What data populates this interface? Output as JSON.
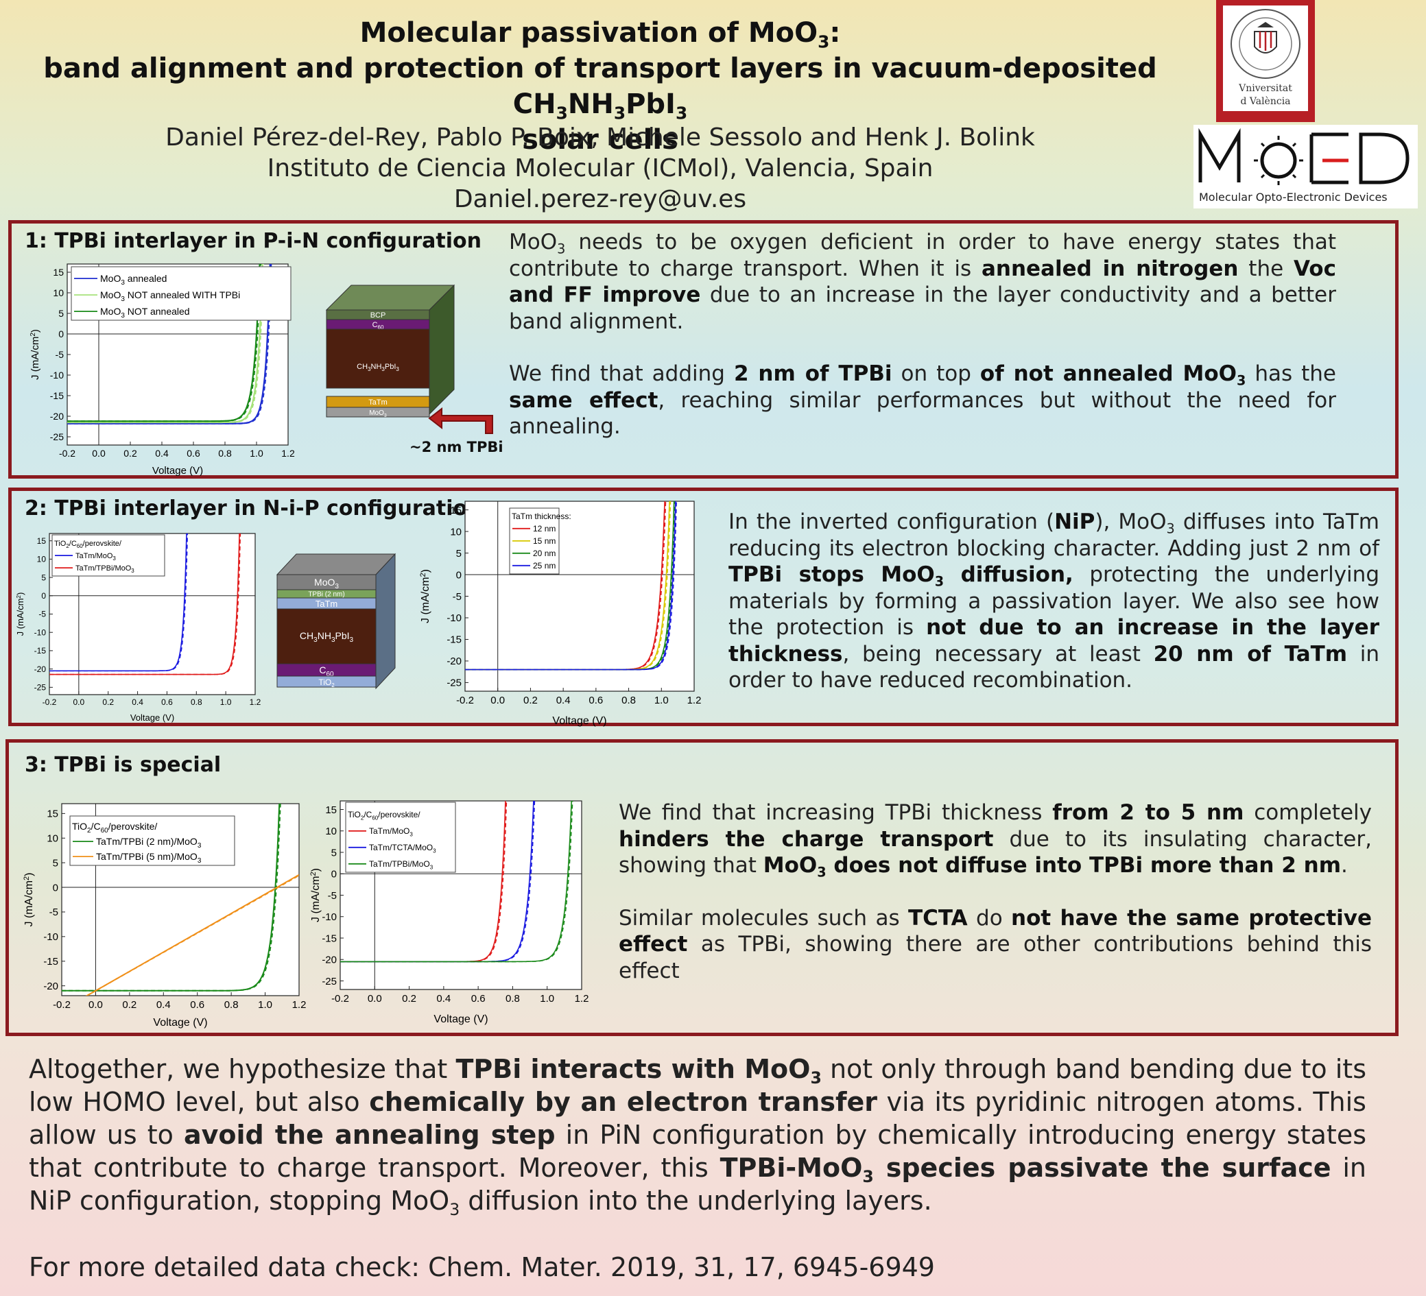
{
  "title": {
    "line1_a": "Molecular passivation of MoO",
    "line1_sub": "3",
    "line1_b": ":",
    "line2_a": "band alignment and protection of transport layers in vacuum-deposited CH",
    "line2_s1": "3",
    "line2_b": "NH",
    "line2_s2": "3",
    "line2_c": "PbI",
    "line2_s3": "3",
    "line3": "solar cells"
  },
  "authors": {
    "names": "Daniel Pérez-del-Rey, Pablo P. Boix, Michele Sessolo and Henk J. Bolink",
    "institution": "Instituto de Ciencia Molecular (ICMol), Valencia, Spain",
    "email": "Daniel.perez-rey@uv.es"
  },
  "logos": {
    "uv_line1": "Vniversitat",
    "uv_line2": "d València",
    "moed_subtitle": "Molecular Opto-Electronic Devices",
    "uv_color": "#b71f25"
  },
  "section1": {
    "heading": "1: TPBi interlayer in P-i-N configuration",
    "p1": [
      "MoO",
      "3",
      " needs to be oxygen deficient in order to have energy states that contribute to charge transport. When it is ",
      "annealed in nitrogen",
      " the ",
      "Voc and FF improve",
      " due to an increase in the layer conductivity and a better band alignment."
    ],
    "p2": [
      "We find that adding ",
      "2 nm of TPBi",
      " on top ",
      "of not annealed MoO",
      "3",
      " has the ",
      "same effect",
      ", reaching similar performances but without the need for annealing."
    ],
    "stack": {
      "layers": [
        "BCP",
        "C60",
        "CH3NH3PbI3",
        "TaTm",
        "MoO3"
      ],
      "arrow_label": "~2 nm TPBi"
    }
  },
  "section2": {
    "heading": "2: TPBi interlayer in N-i-P configuration",
    "p": [
      "In the inverted configuration (",
      "NiP",
      "), MoO",
      "3",
      " diffuses into TaTm reducing its electron blocking character. Adding just 2 nm of ",
      "TPBi stops MoO",
      "3",
      " diffusion,",
      " protecting the underlying materials by forming a passivation layer. We also see how the protection is ",
      "not due to an increase in the layer thickness",
      ", being necessary at least ",
      "20 nm of TaTm",
      " in order to have reduced recombination."
    ],
    "stack": {
      "layers": [
        "MoO3",
        "TPBi (2 nm)",
        "TaTm",
        "CH3NH3PbI3",
        "C60",
        "TiO2"
      ]
    }
  },
  "section3": {
    "heading": "3: TPBi is special",
    "p1": [
      "We find that increasing TPBi thickness ",
      "from 2 to 5 nm",
      " completely ",
      "hinders the charge transport",
      " due to its insulating character, showing that ",
      "MoO",
      "3",
      " does not diffuse into TPBi more than 2 nm",
      "."
    ],
    "p2": [
      "Similar molecules such as ",
      "TCTA",
      " do ",
      "not have the same protective effect",
      " as TPBi, showing there are other contributions behind this effect"
    ]
  },
  "conclusion": [
    "Altogether, we hypothesize that ",
    "TPBi interacts with MoO",
    "3",
    " not only through band bending due to its low HOMO level, but also ",
    "chemically by an electron transfer",
    " via its pyridinic nitrogen atoms. This allow us to ",
    "avoid the annealing step",
    " in PiN configuration by chemically introducing energy states that contribute to charge transport. Moreover, this ",
    "TPBi-MoO",
    "3",
    " species passivate the surface",
    " in NiP configuration, stopping MoO",
    "3",
    " diffusion into the underlying layers."
  ],
  "reference": "For more detailed data check: Chem. Mater. 2019, 31, 17, 6945-6949",
  "chart_data": [
    {
      "id": "c1",
      "type": "line",
      "xlabel": "Voltage (V)",
      "ylabel": "J (mA/cm2)",
      "xlim": [
        -0.2,
        1.2
      ],
      "ylim": [
        -27,
        17
      ],
      "xticks": [
        -0.2,
        0.0,
        0.2,
        0.4,
        0.6,
        0.8,
        1.0,
        1.2
      ],
      "yticks": [
        -25,
        -20,
        -15,
        -10,
        -5,
        0,
        5,
        10,
        15
      ],
      "series": [
        {
          "name": "MoO3 annealed",
          "color": "#1f2fd0",
          "jsc": -21.8,
          "voc": 1.07,
          "n": 0.028,
          "width": 2.2
        },
        {
          "name": "MoO3 NOT annealed WITH TPBi",
          "color": "#a6e27a",
          "jsc": -21.5,
          "voc": 1.02,
          "n": 0.03,
          "width": 2.2
        },
        {
          "name": "MoO3 NOT annealed",
          "color": "#1a8a1a",
          "jsc": -21.2,
          "voc": 1.0,
          "n": 0.034,
          "width": 2.2
        }
      ]
    },
    {
      "id": "c2",
      "type": "line",
      "xlabel": "Voltage (V)",
      "ylabel": "J (mA/cm2)",
      "xlim": [
        -0.2,
        1.2
      ],
      "ylim": [
        -27,
        17
      ],
      "xticks": [
        -0.2,
        0.0,
        0.2,
        0.4,
        0.6,
        0.8,
        1.0,
        1.2
      ],
      "yticks": [
        -25,
        -20,
        -15,
        -10,
        -5,
        0,
        5,
        10,
        15
      ],
      "legend_title": "TiO2/C60/perovskite/",
      "series": [
        {
          "name": "TaTm/MoO3",
          "color": "#1a1ae0",
          "jsc": -20.5,
          "voc": 0.72,
          "n": 0.022,
          "width": 1.6
        },
        {
          "name": "TaTm/TPBi/MoO3",
          "color": "#e01a1a",
          "jsc": -21.5,
          "voc": 1.08,
          "n": 0.022,
          "width": 1.6
        }
      ]
    },
    {
      "id": "c3",
      "type": "line",
      "xlabel": "Voltage (V)",
      "ylabel": "J (mA/cm2)",
      "xlim": [
        -0.2,
        1.2
      ],
      "ylim": [
        -27,
        17
      ],
      "xticks": [
        -0.2,
        0.0,
        0.2,
        0.4,
        0.6,
        0.8,
        1.0,
        1.2
      ],
      "yticks": [
        -25,
        -20,
        -15,
        -10,
        -5,
        0,
        5,
        10,
        15
      ],
      "legend_title": "TaTm thickness:",
      "series": [
        {
          "name": "12 nm",
          "color": "#e01a1a",
          "jsc": -22.0,
          "voc": 1.0,
          "n": 0.035,
          "width": 1.6
        },
        {
          "name": "15 nm",
          "color": "#d8c800",
          "jsc": -22.0,
          "voc": 1.03,
          "n": 0.034,
          "width": 1.6
        },
        {
          "name": "20 nm",
          "color": "#1a8a1a",
          "jsc": -22.0,
          "voc": 1.06,
          "n": 0.03,
          "width": 1.6
        },
        {
          "name": "25 nm",
          "color": "#1a1ae0",
          "jsc": -22.0,
          "voc": 1.07,
          "n": 0.028,
          "width": 1.6
        }
      ]
    },
    {
      "id": "c4",
      "type": "line",
      "xlabel": "Voltage (V)",
      "ylabel": "J (mA/cm2)",
      "xlim": [
        -0.2,
        1.2
      ],
      "ylim": [
        -22,
        17
      ],
      "xticks": [
        -0.2,
        0.0,
        0.2,
        0.4,
        0.6,
        0.8,
        1.0,
        1.2
      ],
      "yticks": [
        -20,
        -15,
        -10,
        -5,
        0,
        5,
        10,
        15
      ],
      "legend_title": "TiO2/C60/perovskite/",
      "series": [
        {
          "name": "TaTm/TPBi (2 nm)/MoO3",
          "color": "#1a8a1a",
          "jsc": -21.0,
          "voc": 1.06,
          "n": 0.04,
          "width": 2.0
        },
        {
          "name": "TaTm/TPBi (5 nm)/MoO3",
          "color": "#f0901a",
          "jsc": -21.0,
          "voc": 1.07,
          "n": 0.0,
          "width": 2.0
        }
      ]
    },
    {
      "id": "c5",
      "type": "line",
      "xlabel": "Voltage (V)",
      "ylabel": "J (mA/cm2)",
      "xlim": [
        -0.2,
        1.2
      ],
      "ylim": [
        -27,
        17
      ],
      "xticks": [
        -0.2,
        0.0,
        0.2,
        0.4,
        0.6,
        0.8,
        1.0,
        1.2
      ],
      "yticks": [
        -25,
        -20,
        -15,
        -10,
        -5,
        0,
        5,
        10,
        15
      ],
      "legend_title": "TiO2/C60/perovskite/",
      "series": [
        {
          "name": "TaTm/MoO3",
          "color": "#e01a1a",
          "jsc": -20.5,
          "voc": 0.74,
          "n": 0.03,
          "width": 1.6
        },
        {
          "name": "TaTm/TCTA/MoO3",
          "color": "#1a1ae0",
          "jsc": -20.5,
          "voc": 0.9,
          "n": 0.035,
          "width": 1.6
        },
        {
          "name": "TaTm/TPBi/MoO3",
          "color": "#1a8a1a",
          "jsc": -20.5,
          "voc": 1.12,
          "n": 0.035,
          "width": 1.6
        }
      ]
    }
  ]
}
